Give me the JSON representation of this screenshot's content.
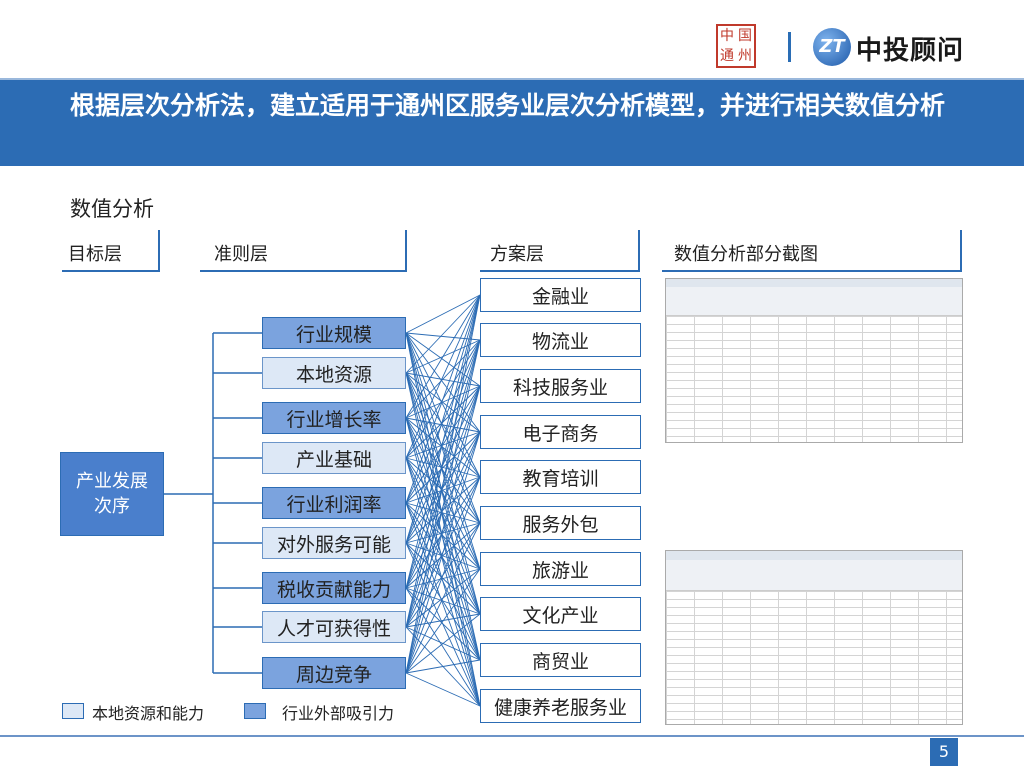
{
  "header": {
    "seal_chars": [
      "中",
      "国",
      "通",
      "州"
    ],
    "brand_mark": "ZT",
    "brand_name": "中投顾问"
  },
  "title": "根据层次分析法，建立适用于通州区服务业层次分析模型，并进行相关数值分析",
  "section": "数值分析",
  "columns": {
    "target": "目标层",
    "criteria": "准则层",
    "scheme": "方案层",
    "screenshot": "数值分析部分截图"
  },
  "target": {
    "line1": "产业发展",
    "line2": "次序"
  },
  "criteria": [
    {
      "label": "行业规模",
      "type": "external"
    },
    {
      "label": "本地资源",
      "type": "local"
    },
    {
      "label": "行业增长率",
      "type": "external"
    },
    {
      "label": "产业基础",
      "type": "local"
    },
    {
      "label": "行业利润率",
      "type": "external"
    },
    {
      "label": "对外服务可能",
      "type": "local"
    },
    {
      "label": "税收贡献能力",
      "type": "external"
    },
    {
      "label": "人才可获得性",
      "type": "local"
    },
    {
      "label": "周边竞争",
      "type": "external"
    }
  ],
  "schemes": [
    "金融业",
    "物流业",
    "科技服务业",
    "电子商务",
    "教育培训",
    "服务外包",
    "旅游业",
    "文化产业",
    "商贸业",
    "健康养老服务业"
  ],
  "legend": {
    "local": "本地资源和能力",
    "external": "行业外部吸引力"
  },
  "page_number": "5",
  "colors": {
    "primary": "#2c6cb4",
    "external": "#7ba3de",
    "local": "#dde8f6"
  }
}
